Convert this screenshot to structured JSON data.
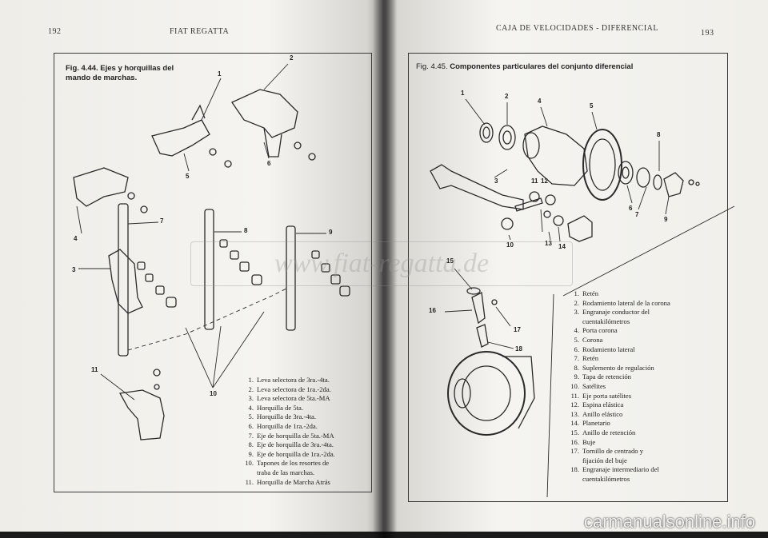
{
  "left_page": {
    "page_number": "192",
    "running_head": "FIAT REGATTA",
    "figure_caption": "Fig. 4.44. Ejes y horquillas del mando de marchas.",
    "callouts": [
      "1",
      "2",
      "3",
      "4",
      "5",
      "6",
      "7",
      "8",
      "9",
      "10",
      "11"
    ],
    "legend": [
      {
        "n": "1.",
        "text": "Leva selectora de 3ra.-4ta."
      },
      {
        "n": "2.",
        "text": "Leva selectora de 1ra.-2da."
      },
      {
        "n": "3.",
        "text": "Leva selectora de 5ta.-MA"
      },
      {
        "n": "4.",
        "text": "Horquilla de 5ta."
      },
      {
        "n": "5.",
        "text": "Horquilla de 3ra.-4ta."
      },
      {
        "n": "6.",
        "text": "Horquilla de 1ra.-2da."
      },
      {
        "n": "7.",
        "text": "Eje de horquilla de 5ta.-MA"
      },
      {
        "n": "8.",
        "text": "Eje de horquilla de 3ra.-4ta."
      },
      {
        "n": "9.",
        "text": "Eje de horquilla de 1ra.-2da."
      },
      {
        "n": "10.",
        "text": "Tapones de los resortes de",
        "cont": "traba de las marchas."
      },
      {
        "n": "11.",
        "text": "Horquilla de Marcha Atrás"
      }
    ]
  },
  "right_page": {
    "page_number": "193",
    "running_head": "CAJA DE VELOCIDADES - DIFERENCIAL",
    "figure_caption_prefix": "Fig. 4.45.",
    "figure_caption": "Componentes particulares del conjunto diferencial",
    "callouts": [
      "1",
      "2",
      "3",
      "4",
      "5",
      "6",
      "7",
      "8",
      "9",
      "10",
      "11",
      "12",
      "13",
      "14",
      "15",
      "16",
      "17",
      "18"
    ],
    "legend": [
      {
        "n": "1.",
        "text": "Retén"
      },
      {
        "n": "2.",
        "text": "Rodamiento lateral de la corona"
      },
      {
        "n": "3.",
        "text": "Engranaje conductor del",
        "cont": "cuentakilómetros"
      },
      {
        "n": "4.",
        "text": "Porta corona"
      },
      {
        "n": "5.",
        "text": "Corona"
      },
      {
        "n": "6.",
        "text": "Rodamiento lateral"
      },
      {
        "n": "7.",
        "text": "Retén"
      },
      {
        "n": "8.",
        "text": "Suplemento de regulación"
      },
      {
        "n": "9.",
        "text": "Tapa de retención"
      },
      {
        "n": "10.",
        "text": "Satélites"
      },
      {
        "n": "11.",
        "text": "Eje porta satélites"
      },
      {
        "n": "12.",
        "text": "Espina elástica"
      },
      {
        "n": "13.",
        "text": "Anillo elástico"
      },
      {
        "n": "14.",
        "text": "Planetario"
      },
      {
        "n": "15.",
        "text": "Anillo de retención"
      },
      {
        "n": "16.",
        "text": "Buje"
      },
      {
        "n": "17.",
        "text": "Tornillo de centrado y",
        "cont": "fijación del buje"
      },
      {
        "n": "18.",
        "text": "Engranaje intermediario del",
        "cont": "cuentakilómetros"
      }
    ]
  },
  "watermark": "carmanualsonline.info",
  "stamp_text": "www.fiat-regatta.de"
}
